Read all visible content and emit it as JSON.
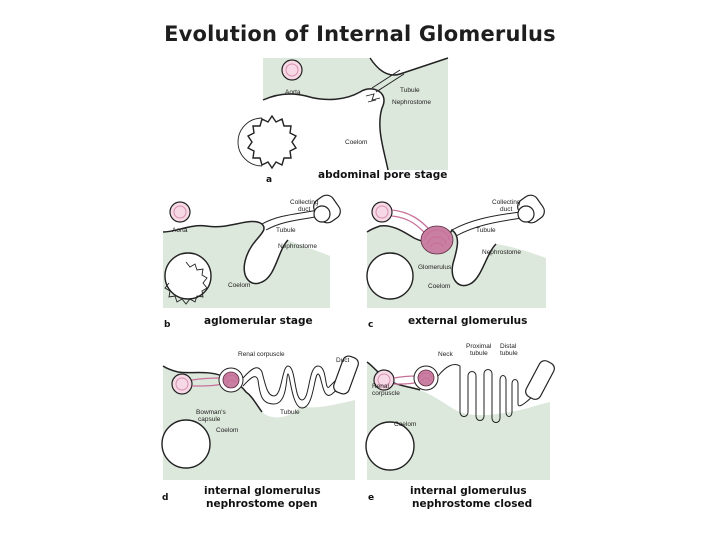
{
  "title": "Evolution of Internal Glomerulus",
  "panels": {
    "a": {
      "letter": "a",
      "caption": "abdominal pore stage",
      "labels": {
        "aorta": "Aorta",
        "tubule": "Tubule",
        "nephrostome": "Nephrostome",
        "coelom": "Coelom"
      }
    },
    "b": {
      "letter": "b",
      "caption": "aglomerular stage",
      "labels": {
        "aorta": "Aorta",
        "collecting_duct_1": "Collecting",
        "collecting_duct_2": "duct",
        "tubule": "Tubule",
        "nephrostome": "Nephrostome",
        "coelom": "Coelom"
      }
    },
    "c": {
      "letter": "c",
      "caption": "external glomerulus",
      "labels": {
        "collecting_duct_1": "Collecting",
        "collecting_duct_2": "duct",
        "tubule": "Tubule",
        "nephrostome": "Nephrostome",
        "glomerulus": "Glomerulus",
        "coelom": "Coelom"
      }
    },
    "d": {
      "letter": "d",
      "caption_1": "internal glomerulus",
      "caption_2": "nephrostome open",
      "labels": {
        "renal_corpuscle": "Renal corpuscle",
        "duct": "Duct",
        "bowmans_1": "Bowman's",
        "bowmans_2": "capsule",
        "tubule": "Tubule",
        "coelom": "Coelom"
      }
    },
    "e": {
      "letter": "e",
      "caption_1": "internal glomerulus",
      "caption_2": "nephrostome closed",
      "labels": {
        "neck": "Neck",
        "proximal_1": "Proximal",
        "proximal_2": "tubule",
        "distal_1": "Distal",
        "distal_2": "tubule",
        "renal_1": "Renal",
        "renal_2": "corpuscle",
        "coelom": "Coelom"
      }
    }
  }
}
